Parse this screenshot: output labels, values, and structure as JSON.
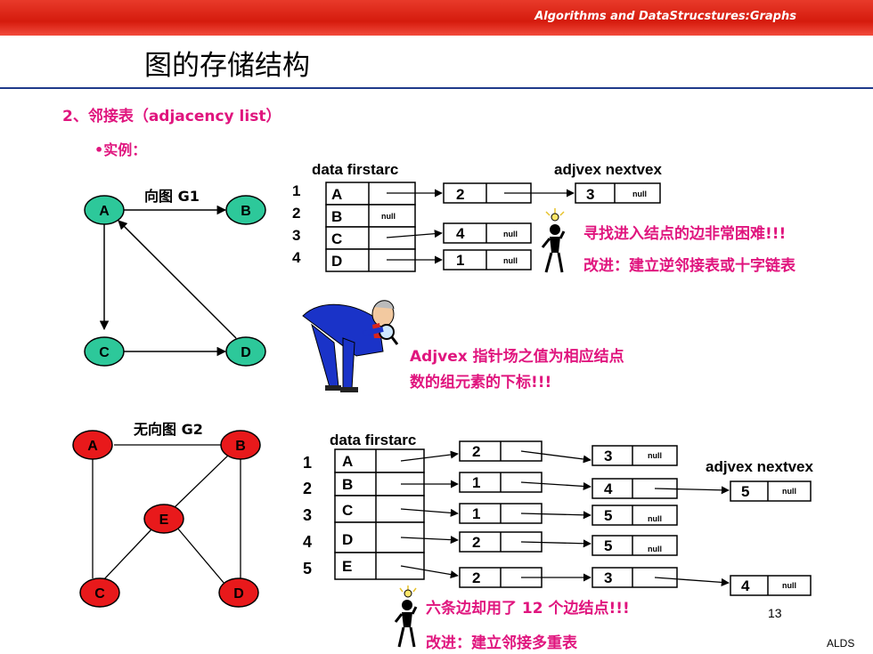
{
  "header": {
    "banner_text": "Algorithms and DataStrucstures:Graphs",
    "title": "图的存储结构"
  },
  "section": {
    "heading": "2、邻接表（adjacency list）",
    "example_label": "•实例："
  },
  "graph1": {
    "label": "向图 G1",
    "nodes": [
      "A",
      "B",
      "C",
      "D"
    ],
    "node_color": "#2dc89a"
  },
  "graph2": {
    "label": "无向图 G2",
    "nodes": [
      "A",
      "B",
      "E",
      "C",
      "D"
    ],
    "node_color": "#e8191b"
  },
  "table1": {
    "header_left": "data firstarc",
    "header_right": "adjvex nextvex",
    "indices": [
      "1",
      "2",
      "3",
      "4"
    ],
    "vertices": [
      "A",
      "B",
      "C",
      "D"
    ],
    "null_text": "null",
    "row1_nodes": [
      "2",
      "3"
    ],
    "row3_node": "4",
    "row4_node": "1"
  },
  "table2": {
    "header_left": "data firstarc",
    "header_right": "adjvex nextvex",
    "indices": [
      "1",
      "2",
      "3",
      "4",
      "5"
    ],
    "vertices": [
      "A",
      "B",
      "C",
      "D",
      "E"
    ],
    "col1": [
      "2",
      "1",
      "1",
      "2",
      "2"
    ],
    "col2": [
      "3",
      "4",
      "5",
      "5",
      "3"
    ],
    "col3_row2": "5",
    "col3_row5": "4",
    "null_text": "null"
  },
  "notes": {
    "hard_line1": "寻找进入结点的边非常困难!!!",
    "hard_line2": "改进：建立逆邻接表或十字链表",
    "adjvex_line1": "Adjvex 指针场之值为相应结点",
    "adjvex_line2": "数的组元素的下标!!!",
    "six_edges": "六条边却用了 12 个边结点!!!",
    "improve": "改进：建立邻接多重表"
  },
  "footer": {
    "page_number": "13",
    "brand": "ALDS"
  }
}
